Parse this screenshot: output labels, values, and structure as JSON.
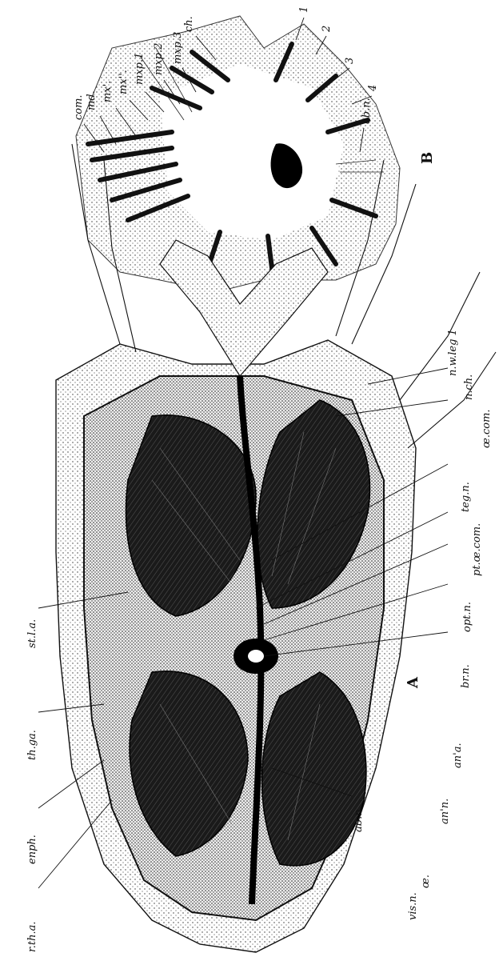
{
  "figure": {
    "A": {
      "letter": "A",
      "labels": {
        "vis_n": "vis.n.",
        "oe": "œ.",
        "an2_n": "an'n.",
        "an1_a": "an'a.",
        "br_n": "br.n.",
        "opt_n": "opt.n.",
        "pt_oe_com": "pt.œ.com.",
        "teg_n": "teg.n.",
        "oe_com": "œ.com.",
        "n_ch": "n.ch.",
        "n_w_leg1": "n.w.leg 1",
        "r_th_a": "r.th.a.",
        "enph": "enph.",
        "th_ga": "th.ga.",
        "st_l_a": "st.l.a.",
        "ab_n": "ab.n."
      }
    },
    "B": {
      "letter": "B",
      "labels": {
        "com": "com.",
        "md": "md.",
        "mx1": "mx'.",
        "mx2": "mx''.",
        "mxp1": "mxp.1",
        "mxp2": "mxp.2",
        "mxp3": "mxp.3",
        "ch": "ch.",
        "n1": "1",
        "n2": "2",
        "n3": "3",
        "n4": "4",
        "ab_n": "ab.n."
      }
    }
  }
}
